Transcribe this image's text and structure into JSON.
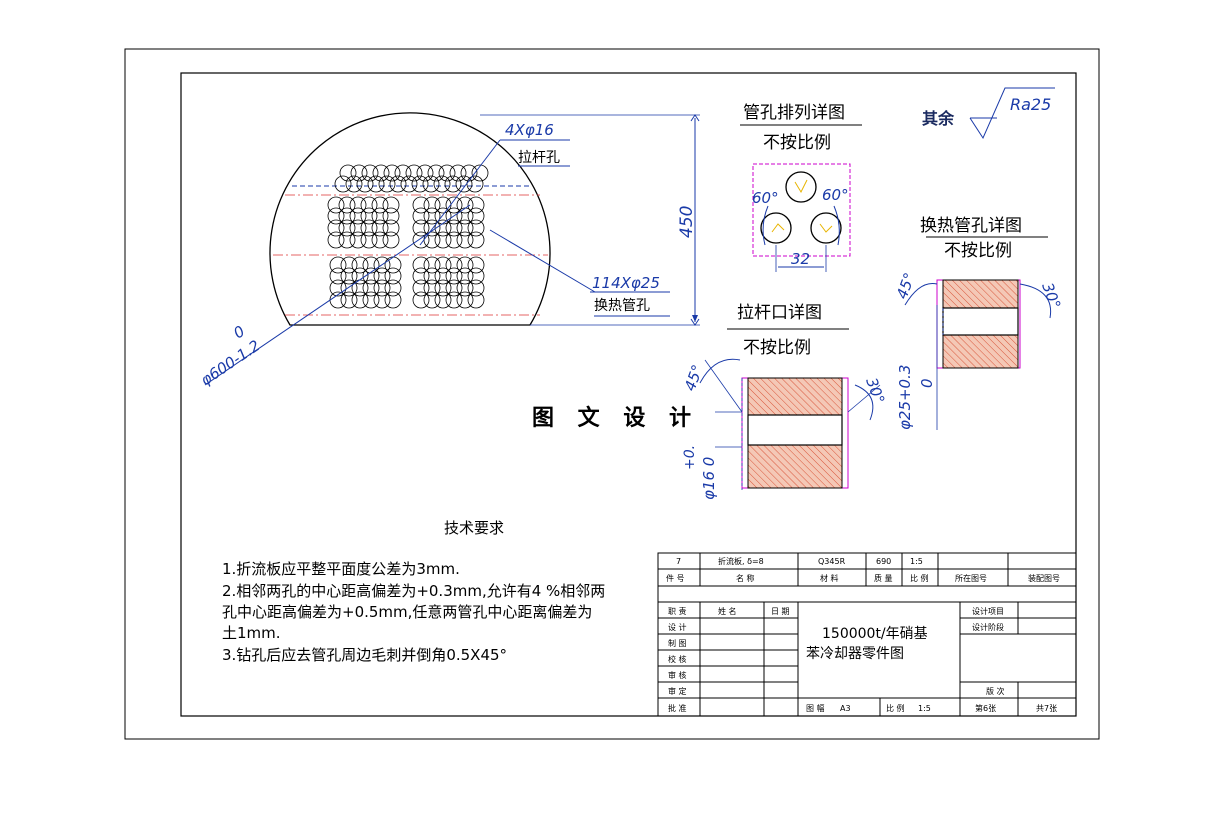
{
  "studio_title": "图 文 设 计",
  "roughness": {
    "prefix": "其余",
    "value": "Ra25"
  },
  "plate": {
    "diameter_prefix": "0",
    "diameter": "φ600-1.2",
    "height": "450",
    "tie_rod_count": "4Xφ16",
    "tie_rod_label": "拉杆孔",
    "tube_count": "114Xφ25",
    "tube_label": "换热管孔"
  },
  "detail_tube_layout": {
    "title": "管孔排列详图",
    "subtitle": "不按比例",
    "angle_left": "60°",
    "angle_right": "60°",
    "pitch": "32"
  },
  "detail_tie_rod": {
    "title": "拉杆口详图",
    "subtitle": "不按比例",
    "angle_45": "45°",
    "angle_30": "30°",
    "tol": "+0.",
    "dia": "φ16  0"
  },
  "detail_tube_hole": {
    "title": "换热管孔详图",
    "subtitle": "不按比例",
    "angle_45": "45°",
    "angle_30": "30°",
    "dia": "φ25+0.3",
    "dia_lower": "0"
  },
  "requirements": {
    "heading": "技术要求",
    "lines": [
      "1.折流板应平整平面度公差为3mm.",
      "2.相邻两孔的中心距高偏差为+0.3mm,允许有4 %相邻两",
      "孔中心距高偏差为+0.5mm,任意两管孔中心距离偏差为",
      "土1mm.",
      "3.钻孔后应去管孔周边毛刺并倒角0.5X45°"
    ]
  },
  "title_block": {
    "part_row": {
      "no": "7",
      "name": "折流板,  δ=8",
      "material": "Q345R",
      "mass": "690",
      "scale": "1:5"
    },
    "header": {
      "no": "件 号",
      "name": "名 称",
      "material": "材 料",
      "mass": "质 量",
      "scale": "比 例",
      "drawing_no": "所在图号",
      "assembly_no": "装配图号"
    },
    "roles": [
      "职 责",
      "设 计",
      "制 图",
      "校 核",
      "审 核",
      "审 定",
      "批 准"
    ],
    "col_name": "姓 名",
    "col_date": "日 期",
    "drawing_title_1": "150000t/年硝基",
    "drawing_title_2": "苯冷却器零件图",
    "design_project": "设计项目",
    "design_stage": "设计阶段",
    "version": "版 次",
    "format_label": "图 幅",
    "format": "A3",
    "scale_label": "比 例",
    "scale_value": "1:5",
    "sheet": "第6张",
    "total": "共7张"
  }
}
